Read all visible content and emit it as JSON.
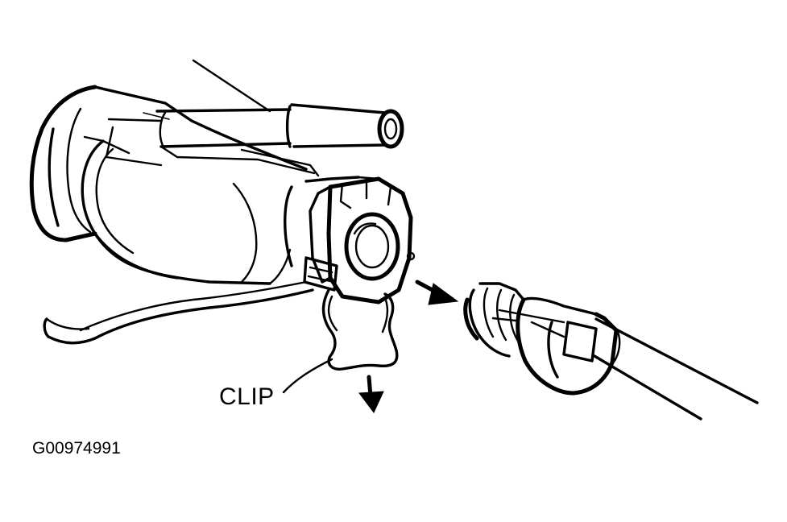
{
  "diagram": {
    "labels": {
      "clip": "CLIP",
      "figure_id": "G00974991"
    },
    "parts": [
      "fuel-filter-body",
      "inlet-tube",
      "quick-connect-fitting",
      "retaining-clip",
      "fuel-line-connector",
      "fuel-line",
      "mounting-bracket"
    ],
    "arrows": [
      {
        "name": "pull-connector-arrow",
        "direction": "right-down"
      },
      {
        "name": "pull-clip-arrow",
        "direction": "down"
      }
    ],
    "colors": {
      "ink": "#000000",
      "background": "#ffffff"
    }
  }
}
